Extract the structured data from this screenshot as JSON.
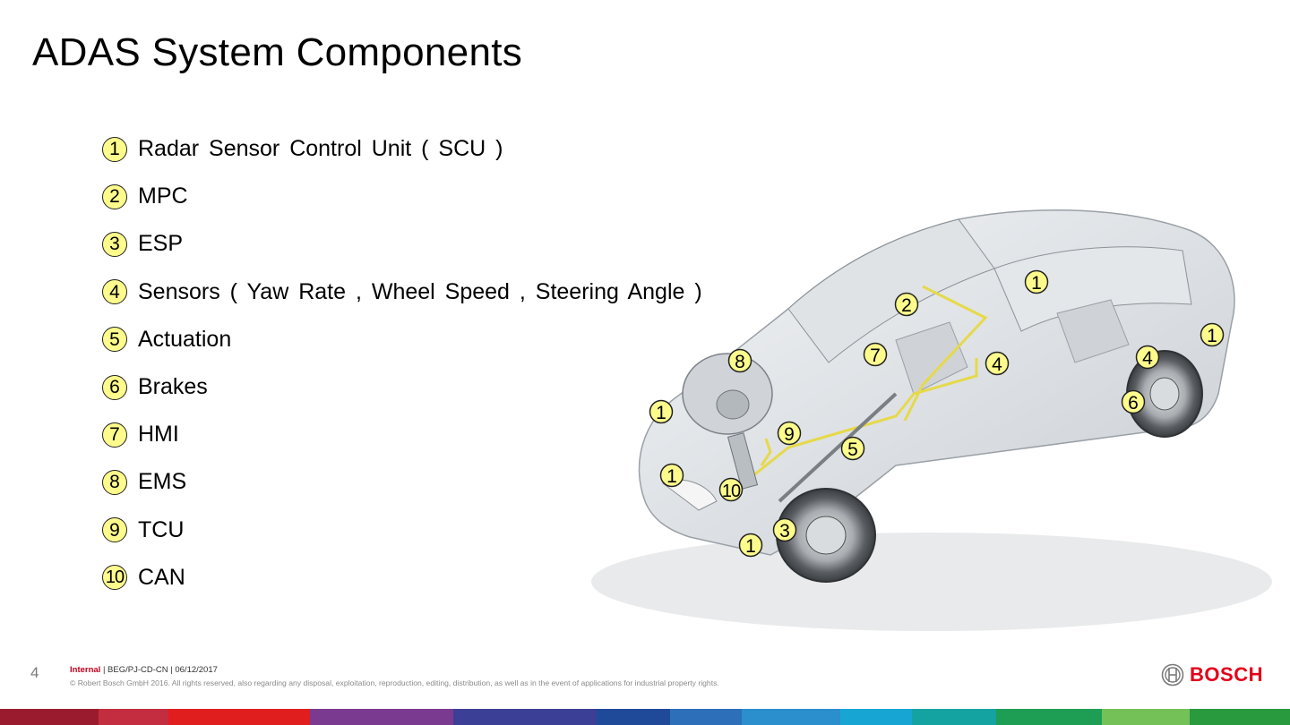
{
  "slide": {
    "title": "ADAS System Components",
    "page_number": "4"
  },
  "components": [
    {
      "num": "1",
      "label": "Radar Sensor Control Unit ( SCU )"
    },
    {
      "num": "2",
      "label": "MPC"
    },
    {
      "num": "3",
      "label": "ESP"
    },
    {
      "num": "4",
      "label": "Sensors ( Yaw Rate , Wheel Speed , Steering Angle )"
    },
    {
      "num": "5",
      "label": "Actuation"
    },
    {
      "num": "6",
      "label": "Brakes"
    },
    {
      "num": "7",
      "label": "HMI"
    },
    {
      "num": "8",
      "label": "EMS"
    },
    {
      "num": "9",
      "label": "TCU"
    },
    {
      "num": "10",
      "label": "CAN"
    }
  ],
  "car_markers": [
    {
      "num": "1"
    },
    {
      "num": "1"
    },
    {
      "num": "1"
    },
    {
      "num": "1"
    },
    {
      "num": "1"
    },
    {
      "num": "2"
    },
    {
      "num": "3"
    },
    {
      "num": "4"
    },
    {
      "num": "4"
    },
    {
      "num": "5"
    },
    {
      "num": "6"
    },
    {
      "num": "7"
    },
    {
      "num": "8"
    },
    {
      "num": "9"
    },
    {
      "num": "10"
    }
  ],
  "footer": {
    "classification": "Internal",
    "meta": " | BEG/PJ-CD-CN | 06/12/2017",
    "copyright": "© Robert Bosch GmbH 2016. All rights reserved, also regarding any disposal, exploitation, reproduction, editing, distribution, as well as in the event of applications for industrial property rights.",
    "logo_text": "BOSCH"
  },
  "colors": {
    "badge_fill": "#fdfb8c",
    "brand_red": "#e2001a",
    "wire_yellow": "#e6d94a"
  },
  "icons": {
    "car": "car-cutaway-icon",
    "logo": "bosch-armature-icon"
  }
}
